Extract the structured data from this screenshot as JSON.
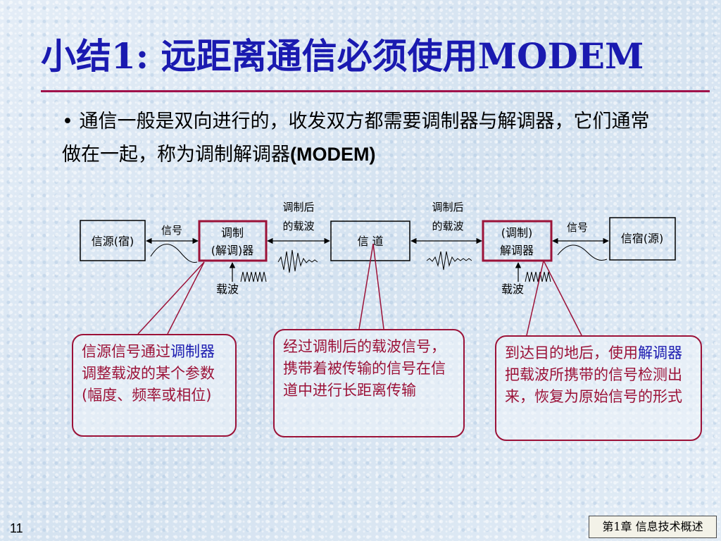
{
  "title": "小结1: 远距离通信必须使用MODEM",
  "bullet": {
    "marker": "•",
    "text": "通信一般是双向进行的，收发双方都需要调制器与解调器，它们通常做在一起，称为调制解调器",
    "tail": "(MODEM)"
  },
  "diagram": {
    "box_source": "信源(宿)",
    "box_modem_left_line1": "调制",
    "box_modem_left_line2": "(解调)器",
    "box_channel": "信 道",
    "box_modem_right_line1": "(调制)",
    "box_modem_right_line2": "解调器",
    "box_dest": "信宿(源)",
    "label_signal_left": "信号",
    "label_signal_right": "信号",
    "label_modulated_left_line1": "调制后",
    "label_modulated_left_line2": "的载波",
    "label_modulated_right_line1": "调制后",
    "label_modulated_right_line2": "的载波",
    "label_carrier_left": "载波",
    "label_carrier_right": "载波"
  },
  "callouts": {
    "left_part1": "信源信号通过",
    "left_hl": "调制器",
    "left_part2": " 调整载波的某个参数(幅度、频率或相位)",
    "middle": "经过调制后的载波信号，携带着被传输的信号在信道中进行长距离传输",
    "right_part1": "到达目的地后，使用",
    "right_hl": "解调器",
    "right_part2": "把载波所携带的信号检测出来，恢复为原始信号的形式"
  },
  "colors": {
    "title": "#1a1ab0",
    "accent": "#9c1238",
    "highlight": "#1a1ab0"
  },
  "page_number": "11",
  "footer": "第1章 信息技术概述"
}
